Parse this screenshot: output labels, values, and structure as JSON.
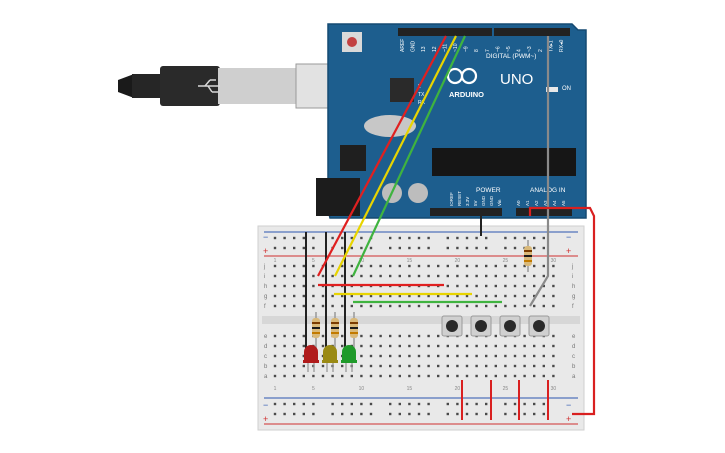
{
  "board": {
    "brand": "ARDUINO",
    "model": "UNO",
    "digital_label": "DIGITAL (PWM~)",
    "power_label": "POWER",
    "analog_label": "ANALOG IN",
    "on_label": "ON",
    "tx_label": "TX",
    "rx_label": "RX",
    "l_label": "L",
    "top_pins": [
      "AREF",
      "GND",
      "13",
      "12",
      "~11",
      "~10",
      "~9",
      "8",
      "7",
      "~6",
      "~5",
      "4",
      "~3",
      "2",
      "TX▸1",
      "RX◂0"
    ],
    "power_pins": [
      "IOREF",
      "RESET",
      "3.3V",
      "5V",
      "GND",
      "GND",
      "Vin"
    ],
    "analog_pins": [
      "A0",
      "A1",
      "A2",
      "A3",
      "A4",
      "A5"
    ]
  },
  "breadboard": {
    "rail_plus": "+",
    "rail_minus": "−",
    "row_letters_top": [
      "j",
      "i",
      "h",
      "g",
      "f"
    ],
    "row_letters_bottom": [
      "e",
      "d",
      "c",
      "b",
      "a"
    ],
    "column_numbers": [
      "1",
      "5",
      "10",
      "15",
      "20",
      "25",
      "30"
    ]
  },
  "components": {
    "leds": [
      {
        "name": "red-led",
        "color": "#b01c1c"
      },
      {
        "name": "yellow-led",
        "color": "#9a8a14"
      },
      {
        "name": "green-led",
        "color": "#1f9a2a"
      }
    ],
    "buttons_count": 4,
    "wire_colors": {
      "red": "#e02020",
      "yellow": "#e8d400",
      "green": "#3fb33f",
      "black": "#222222",
      "gray": "#8a8a8a"
    }
  },
  "colors": {
    "board_blue": "#1d5e8e",
    "board_edge": "#154a72",
    "breadboard": "#e9e9e9",
    "hole": "#4a4a4a"
  }
}
